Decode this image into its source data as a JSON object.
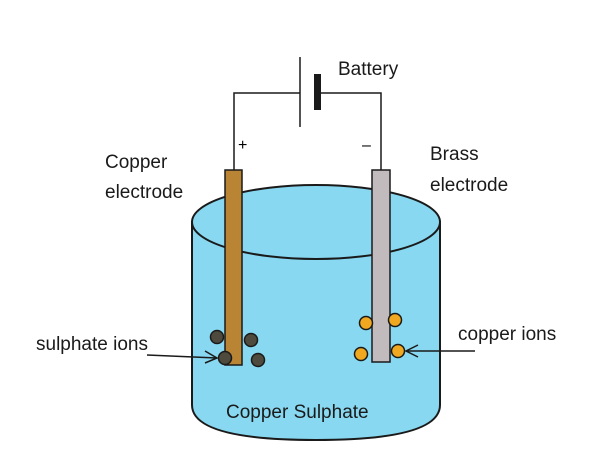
{
  "diagram": {
    "title": "Electroplating of brass with copper",
    "labels": {
      "battery": "Battery",
      "copper_electrode_line1": "Copper",
      "copper_electrode_line2": "electrode",
      "brass_electrode_line1": "Brass",
      "brass_electrode_line2": "electrode",
      "sulphate_ions": "sulphate ions",
      "copper_ions": "copper ions",
      "solution": "Copper Sulphate",
      "positive_terminal": "+",
      "negative_terminal": "–"
    },
    "colors": {
      "solution": "#87d8f0",
      "copper_electrode": "#b98535",
      "brass_electrode": "#c1bbbd",
      "sulphate_ion": "#4e4a3e",
      "copper_ion": "#f0a820",
      "outline": "#1a1a1a"
    },
    "ion_counts": {
      "sulphate_ions": 4,
      "copper_ions": 4
    }
  }
}
